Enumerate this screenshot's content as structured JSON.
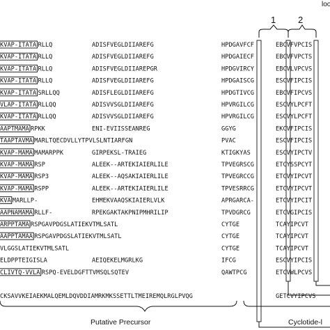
{
  "top_label": "loo",
  "loop_numbers": [
    "1",
    "2"
  ],
  "rows": [
    {
      "sig": "KVAP-ITATA",
      "pre": "RLLQ",
      "mid": "ADISFVEGLDIIAREFG",
      "tail": "HPDGAVFCF",
      "end": "EBCVFVPCIS"
    },
    {
      "sig": "KVAP-ITATA",
      "pre": "RLLQ",
      "mid": "ADISFVEGLDIIAREFG",
      "tail": "HPDGAIECF",
      "end": "EBCVFVPCTS"
    },
    {
      "sig": "KVAP-ITATA",
      "pre": "RLLQ",
      "mid": "ADISFVEGLDIIAREPGR",
      "tail": "HPDGVIRCY",
      "end": "EBCVLVPCVS"
    },
    {
      "sig": "KVAP-ITATA",
      "pre": "RLLQ",
      "mid": "ADISFVEGLDIIAREFG",
      "tail": "HPDGAISCG",
      "end": "ESCVFIPCIS"
    },
    {
      "sig": "KVAP-ITATA",
      "pre": "SRLLQQ",
      "mid": "ADISFLEGLDIIAREFG",
      "tail": "HPDGTIVCG",
      "end": "EBCVFIPCVS"
    },
    {
      "sig": "VLAP-ITATA",
      "pre": "RLLQQ",
      "mid": "ADISVVSGLDIIAREFG",
      "tail": "HPVRGILCG",
      "end": "ESCVYLPCFT"
    },
    {
      "sig": "KVAP-ITATA",
      "pre": "RLLQQ",
      "mid": "ADISVVSGLDIIAREFG",
      "tail": "HPVRGILCG",
      "end": "ESCVYLPCFT"
    },
    {
      "sig": "AAPTMAMA",
      "pre": "RPKK",
      "mid": "ENI-EVIISSEANREG",
      "tail": "GGYG",
      "end": "EKCVFIPCIS"
    },
    {
      "sig": "TAAPTAVMA",
      "pre": "MARLTQECDVLLYTPVLSLNTIARFGN",
      "mid": "",
      "tail": "PVAC",
      "end": "ESCVFIPCIS"
    },
    {
      "sig": "KVAP-MAMA",
      "pre": "MAMARPPK",
      "mid": "GIRPEKSL-TRAIEG",
      "tail": "KTIGKYAS",
      "end": "ESCVYIPCTV"
    },
    {
      "sig": "KVAP-MAMA",
      "pre": "RSP",
      "mid": "ALEEK--ARTEKIAIERLILE",
      "tail": "TPVEGRSCG",
      "end": "ETCYSSPCYT"
    },
    {
      "sig": "KVAP-MAMA",
      "pre": "RSP3",
      "mid": "ALEEK--AQSAKIAIERLILE",
      "tail": "TPVEGRCCG",
      "end": "ETCVYIPCVT"
    },
    {
      "sig": "KVAP-MAMA",
      "pre": "RSPP",
      "mid": "ALEEK--ARTEKIAIERLILE",
      "tail": "TPVESRRCG",
      "end": "ETCVYIPCVT"
    },
    {
      "sig": "KVA",
      "pre": "MARLLP-",
      "mid": "EHMEKVAAQSKIAIERLVLK",
      "tail": "APRGARCA-",
      "end": "ETCVYIPCIT"
    },
    {
      "sig": "AAPNAMAMA",
      "pre": "RLLF-",
      "mid": "RPEKGAKTAKPNIPMHRILIP",
      "tail": "TPVDGRCG",
      "end": "ETCVGIPCIS"
    },
    {
      "sig": "ARPPTAMA",
      "pre": "RSPGAVPDGSLATIEKVTMLSATL",
      "mid": "",
      "tail": "CYTGE",
      "end": "TCAYIPCVT"
    },
    {
      "sig": "AAPPTAMAA",
      "pre": "RSPGAVPDGSLATIEKVTMLSATL",
      "mid": "",
      "tail": "CYTGE",
      "end": "TCAYIPCVT"
    },
    {
      "sig": "",
      "pre": "VLGGSLATIEKVTMLSATL",
      "mid": "",
      "tail": "CYTGE",
      "end": "TCAYIPCVT"
    },
    {
      "sig": "",
      "pre": "ELDPPTEIGISLA",
      "mid": "AEIQEKELMGRLKG",
      "tail": "IFCG",
      "end": "ESCVYIPCIS"
    },
    {
      "sig": "CLIVTQ-VVLA",
      "pre": "RSPQ-EVELDGFTTVMSQLSQTEV",
      "mid": "",
      "tail": "QAWTPCG",
      "end": "ETCVWLPCVS"
    },
    {
      "sig": "",
      "pre": "",
      "mid": "",
      "tail": "",
      "end": ""
    },
    {
      "sig": "",
      "pre": "CKSAVVKEIAEKMALQEMLDQVDDIAMRKMKSSETTLTMEIREMQLRGLPVQG",
      "mid": "",
      "tail": "",
      "end": "GETCVYIPCVS"
    }
  ],
  "bottom_labels": {
    "precursor": "Putative Precursor",
    "cyclotide": "Cyclotide-l"
  }
}
